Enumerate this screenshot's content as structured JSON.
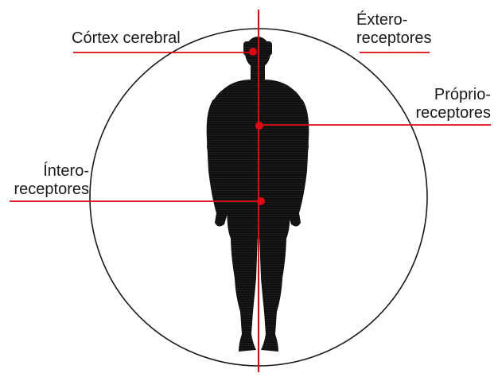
{
  "labels": {
    "cortex": "Córtex cerebral",
    "extero": [
      "Éxtero-",
      "receptores"
    ],
    "proprio": [
      "Próprio-",
      "receptores"
    ],
    "intero": [
      "Íntero-",
      "receptores"
    ]
  },
  "colors": {
    "accent": "#e30613",
    "silhouette": "#111111",
    "circle": "#1a1a1a",
    "text": "#1a1a1a",
    "background": "#ffffff"
  }
}
